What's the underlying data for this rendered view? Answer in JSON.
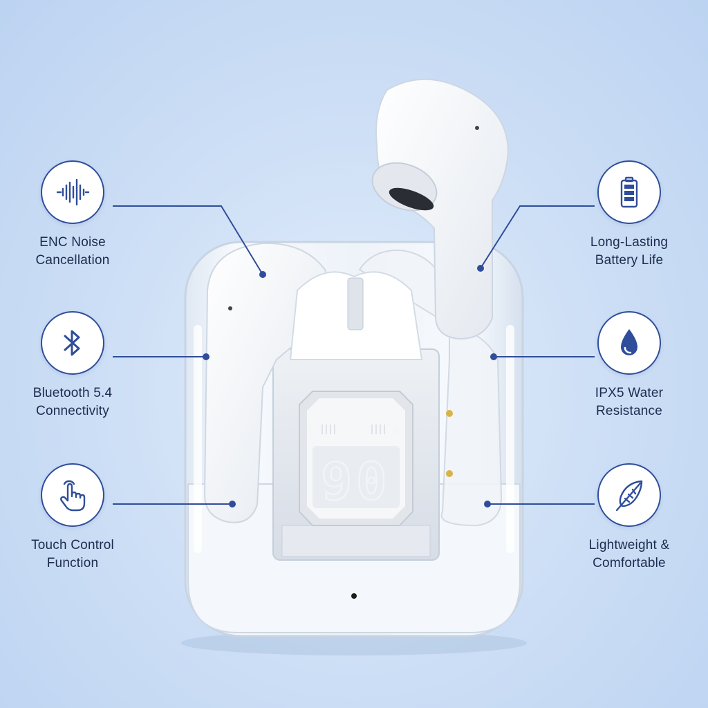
{
  "features": {
    "noise": {
      "line1": "ENC Noise",
      "line2": "Cancellation",
      "icon": "sound-wave-icon"
    },
    "bluetooth": {
      "line1": "Bluetooth 5.4",
      "line2": "Connectivity",
      "icon": "bluetooth-icon"
    },
    "touch": {
      "line1": "Touch Control",
      "line2": "Function",
      "icon": "touch-hand-icon"
    },
    "battery": {
      "line1": "Long-Lasting",
      "line2": "Battery Life",
      "icon": "battery-icon"
    },
    "water": {
      "line1": "IPX5 Water",
      "line2": "Resistance",
      "icon": "water-drop-icon"
    },
    "light": {
      "line1": "Lightweight &",
      "line2": "Comfortable",
      "icon": "feather-icon"
    }
  },
  "display": {
    "battery_percent": "90",
    "left_mark": "L",
    "right_mark": "R"
  },
  "colors": {
    "accent": "#2f4d9a",
    "text": "#1d2b4f",
    "background": "#cfe0f6"
  }
}
